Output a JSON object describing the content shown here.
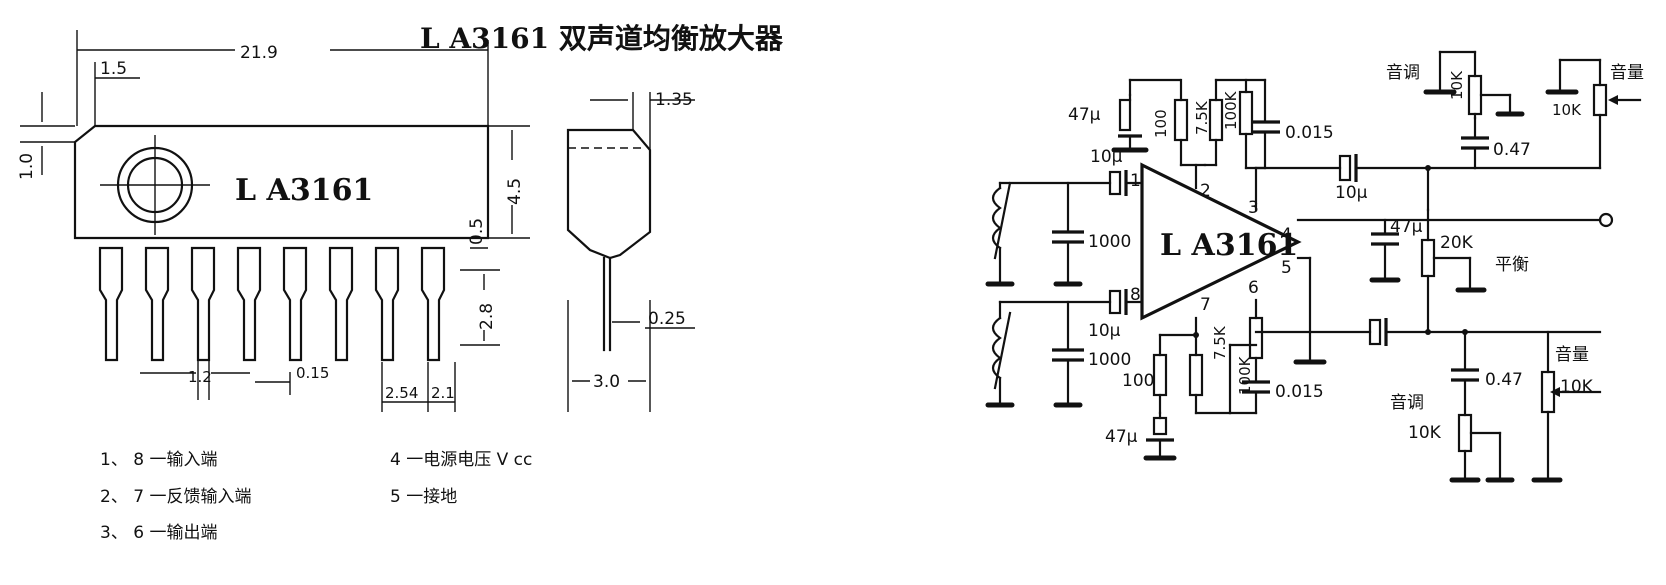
{
  "title": "L A3161   双声道均衡放大器",
  "package": {
    "chip_label": "L A3161",
    "dims": {
      "width": "21.9",
      "offset": "1.5",
      "height_tab": "1.0",
      "body_height": "4.5",
      "step": "0.5",
      "pin_length": "2.8",
      "pin_width": "1.2",
      "pin_gap": "0.15",
      "pitch": "2.54",
      "end_gap": "2.1",
      "side_top": "1.35",
      "side_lead": "0.25",
      "side_width": "3.0"
    }
  },
  "legend": {
    "l1": "1、 8 一输入端",
    "l2": "2、 7 一反馈输入端",
    "l3": "3、 6 一输出端",
    "l4": "4 一电源电压 V cc",
    "l5": "5 一接地"
  },
  "circuit": {
    "chip_label": "L A3161",
    "pins": {
      "p1": "1",
      "p2": "2",
      "p3": "3",
      "p4": "4",
      "p5": "5",
      "p6": "6",
      "p7": "7",
      "p8": "8"
    },
    "components": {
      "c_in1": "10μ",
      "c_in2": "10μ",
      "c_sh1": "1000",
      "c_sh2": "1000",
      "c_fb1": "47μ",
      "c_fb2": "47μ",
      "r_fb1": "100",
      "r_fb2": "100",
      "r_751": "7.5K",
      "r_752": "7.5K",
      "r_1001": "100K",
      "r_1002": "100K",
      "c_0151": "0.015",
      "c_0152": "0.015",
      "c_out1": "10μ",
      "c_vcc": "47μ",
      "r_bal": "20K",
      "bal_label": "平衡",
      "c_0471": "0.47",
      "c_0472": "0.47",
      "tone_top_label": "音调",
      "tone_top_val": "10K",
      "vol_top_label": "音量",
      "vol_top_val": "10K",
      "tone_bot_label": "音调",
      "tone_bot_val": "10K",
      "vol_bot_label": "音量",
      "vol_bot_val": "10K"
    }
  }
}
